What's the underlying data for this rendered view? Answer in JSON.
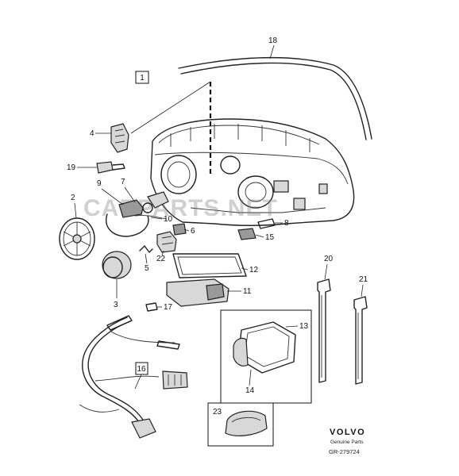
{
  "callouts": {
    "c1": "1",
    "c2": "2",
    "c3": "3",
    "c4": "4",
    "c5": "5",
    "c6": "6",
    "c7": "7",
    "c8": "8",
    "c9": "9",
    "c10": "10",
    "c11": "11",
    "c12": "12",
    "c13": "13",
    "c14": "14",
    "c15": "15",
    "c16": "16",
    "c17": "17",
    "c18": "18",
    "c19": "19",
    "c20": "20",
    "c21": "21",
    "c22": "22",
    "c23": "23"
  },
  "watermark": "CARPARTS.NET",
  "branding": {
    "logo": "VOLVO",
    "tagline": "Genuine Parts",
    "reference": "GR-279724"
  }
}
